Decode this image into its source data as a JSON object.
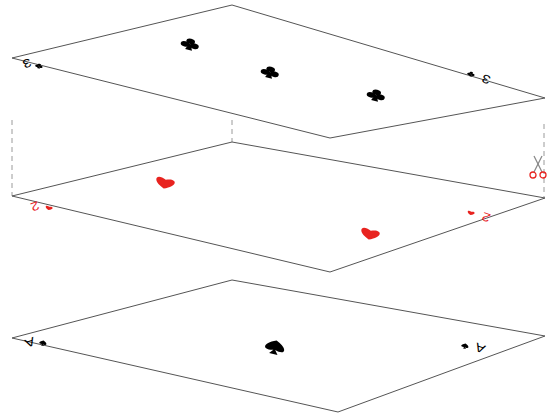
{
  "diagram": {
    "nodes": [
      {
        "text": [
          "3",
          "3"
        ]
      },
      {
        "text": [
          "2",
          "2"
        ]
      },
      {
        "text": [
          "A",
          "A"
        ]
      }
    ]
  }
}
